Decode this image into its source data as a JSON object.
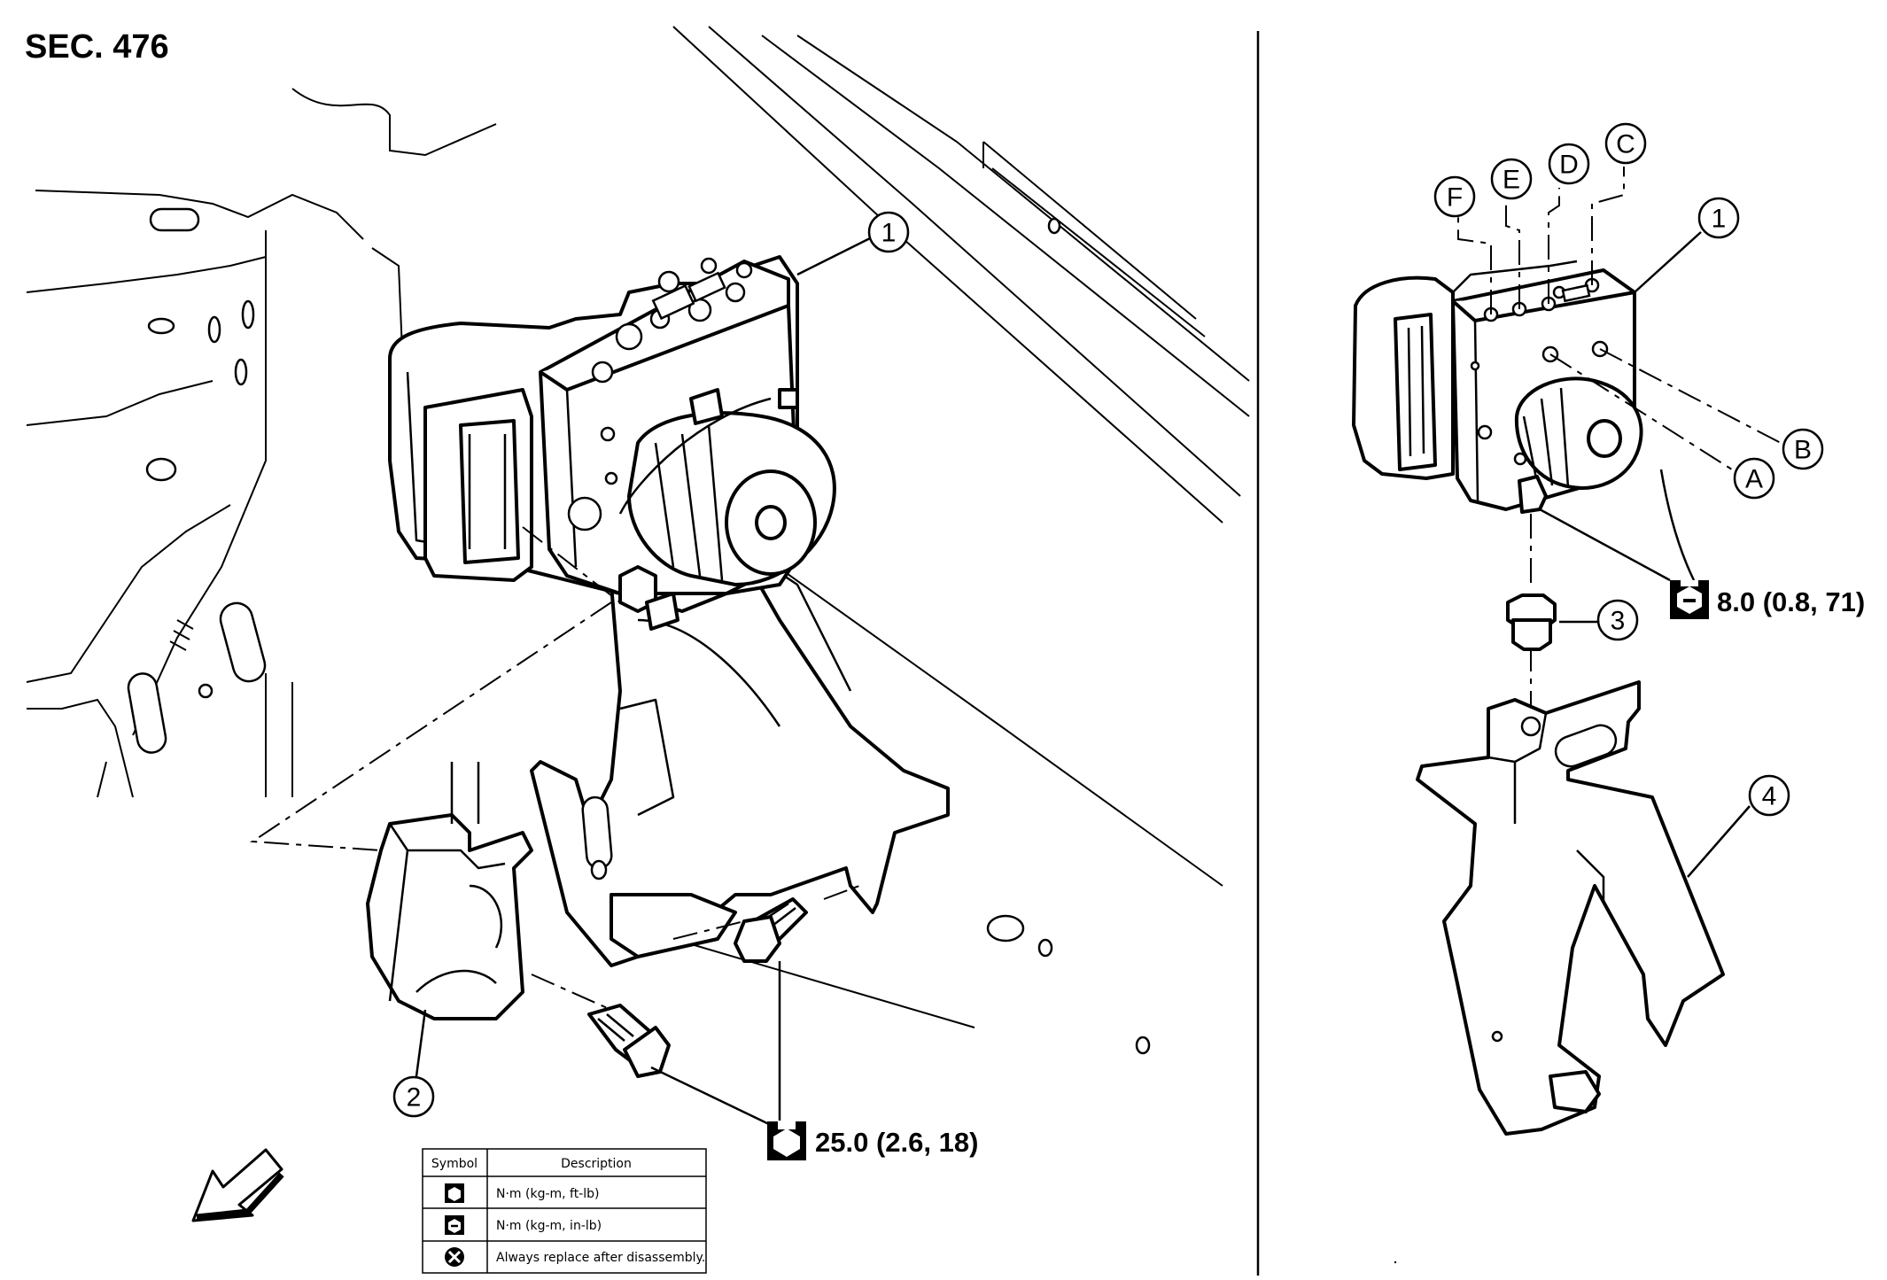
{
  "section": "SEC. 476",
  "callouts": {
    "left_1": "1",
    "left_2": "2",
    "right_1": "1",
    "right_3": "3",
    "right_4": "4",
    "a": "A",
    "b": "B",
    "c": "C",
    "d": "D",
    "e": "E",
    "f": "F"
  },
  "torques": {
    "bracket_bolts": "25.0 (2.6, 18)",
    "actuator_nut": "8.0 (0.8, 71)"
  },
  "legend": {
    "header_symbol": "Symbol",
    "header_description": "Description",
    "rows": [
      {
        "icon": "torque-ft-lb-icon",
        "text": "N·m (kg-m, ft-lb)"
      },
      {
        "icon": "torque-in-lb-icon",
        "text": "N·m (kg-m, in-lb)"
      },
      {
        "icon": "replace-after-disassembly-icon",
        "text": "Always replace after disassembly."
      }
    ]
  }
}
